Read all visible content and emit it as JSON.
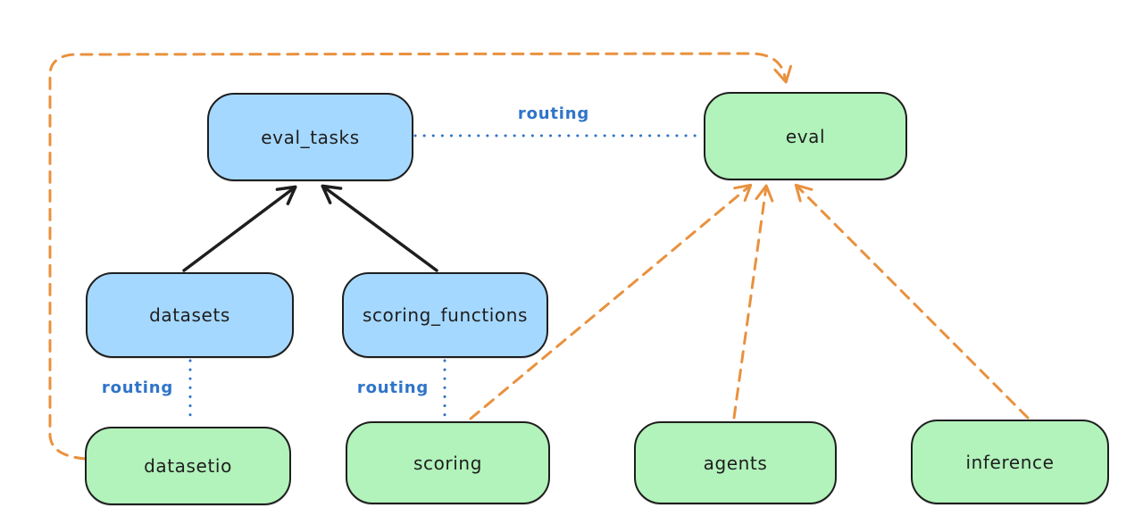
{
  "diagram": {
    "background": "#ffffff",
    "colors": {
      "node_blue_fill": "#a5d8ff",
      "node_green_fill": "#b2f2bb",
      "node_stroke": "#1e1e1e",
      "routing_blue": "#2f74c9",
      "provider_orange": "#e9913e",
      "solid_arrow_black": "#1e1e1e"
    },
    "nodes": {
      "eval_tasks": {
        "label": "eval_tasks",
        "fill": "#a5d8ff"
      },
      "eval": {
        "label": "eval",
        "fill": "#b2f2bb"
      },
      "datasets": {
        "label": "datasets",
        "fill": "#a5d8ff"
      },
      "scoring_functions": {
        "label": "scoring_functions",
        "fill": "#a5d8ff"
      },
      "datasetio": {
        "label": "datasetio",
        "fill": "#b2f2bb"
      },
      "scoring": {
        "label": "scoring",
        "fill": "#b2f2bb"
      },
      "agents": {
        "label": "agents",
        "fill": "#b2f2bb"
      },
      "inference": {
        "label": "inference",
        "fill": "#b2f2bb"
      }
    },
    "edges": {
      "datasets_to_eval_tasks": {
        "from": "datasets",
        "to": "eval_tasks",
        "style": "solid-black-arrow"
      },
      "scoring_functions_to_eval_tasks": {
        "from": "scoring_functions",
        "to": "eval_tasks",
        "style": "solid-black-arrow"
      },
      "eval_tasks_to_eval": {
        "from": "eval_tasks",
        "to": "eval",
        "style": "dotted-blue",
        "label": "routing"
      },
      "datasets_to_datasetio": {
        "from": "datasets",
        "to": "datasetio",
        "style": "dotted-blue",
        "label": "routing"
      },
      "scoring_functions_to_scoring": {
        "from": "scoring_functions",
        "to": "scoring",
        "style": "dotted-blue",
        "label": "routing"
      },
      "datasetio_to_eval": {
        "from": "datasetio",
        "to": "eval",
        "style": "dashed-orange-arrow"
      },
      "scoring_to_eval": {
        "from": "scoring",
        "to": "eval",
        "style": "dashed-orange-arrow"
      },
      "agents_to_eval": {
        "from": "agents",
        "to": "eval",
        "style": "dashed-orange-arrow"
      },
      "inference_to_eval": {
        "from": "inference",
        "to": "eval",
        "style": "dashed-orange-arrow"
      }
    }
  }
}
